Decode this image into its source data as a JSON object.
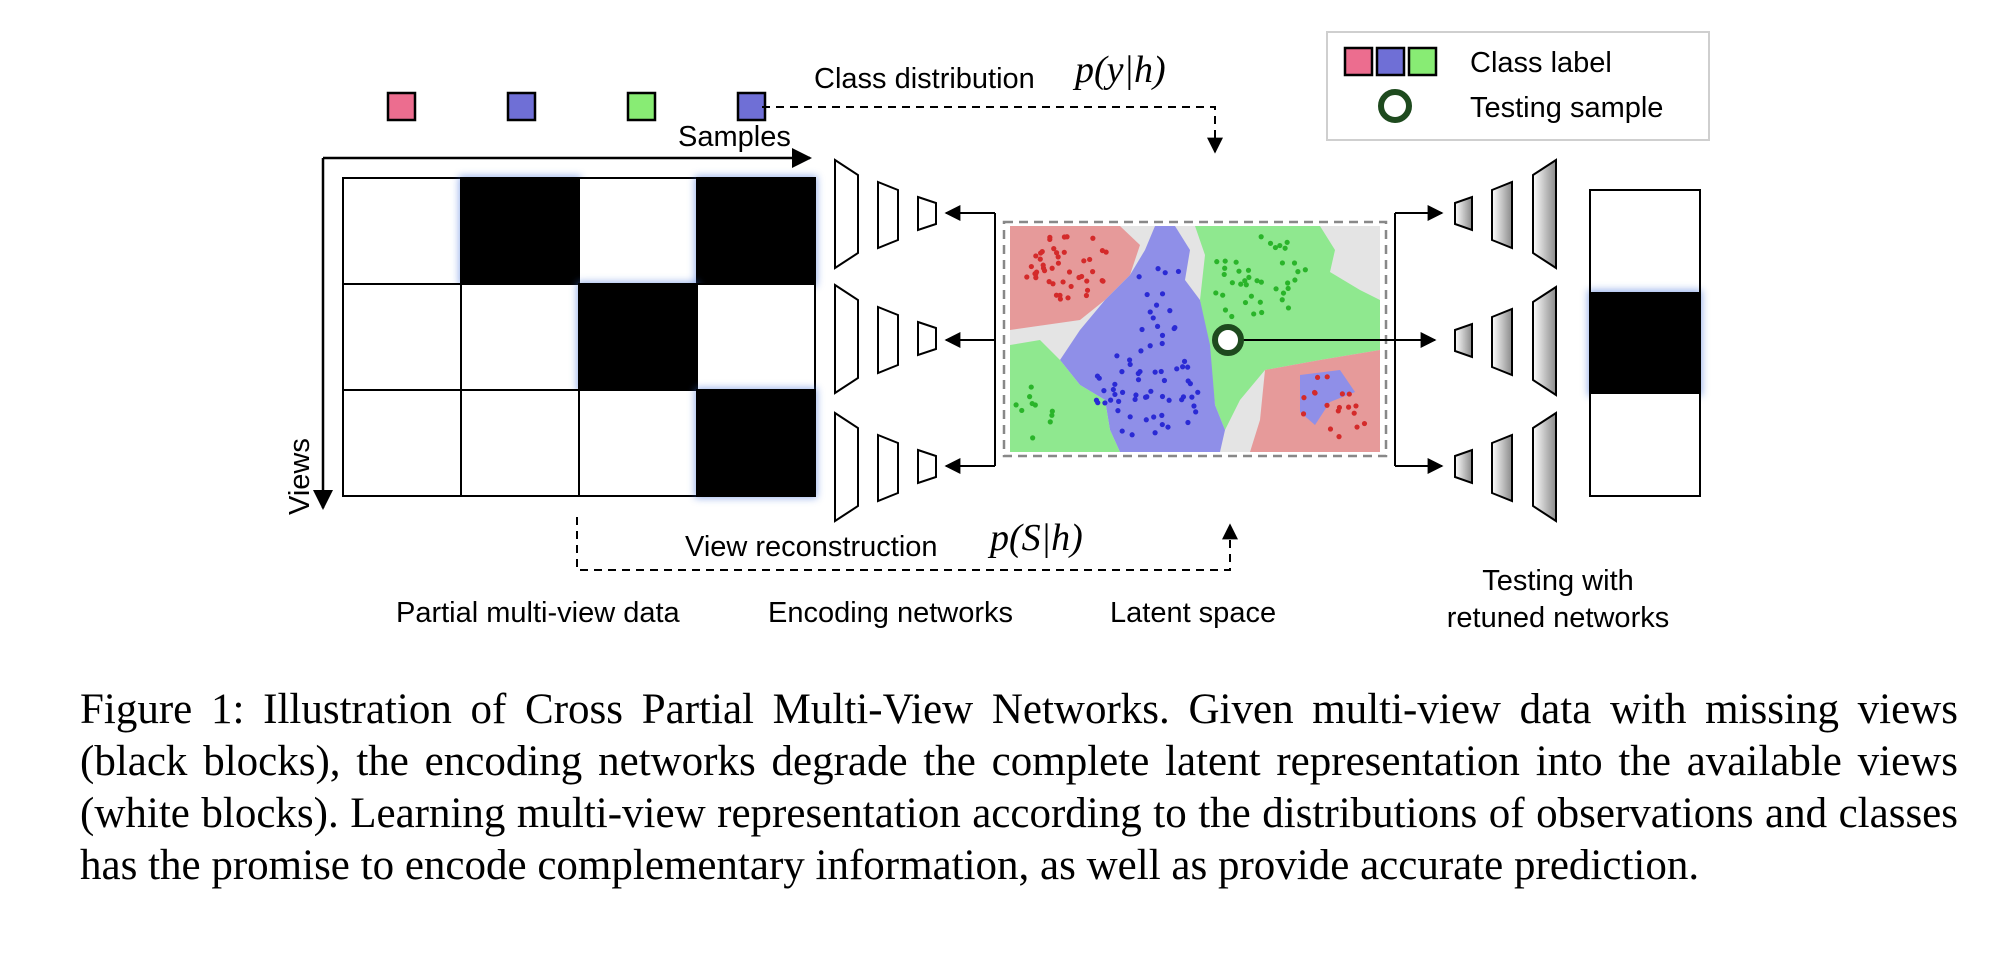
{
  "labels": {
    "samples": "Samples",
    "views": "Views",
    "class_distribution_text": "Class distribution",
    "class_distribution_math": "p(y|h)",
    "view_reconstruction_text": "View reconstruction",
    "view_reconstruction_math": "p(S|h)",
    "partial_multiview": "Partial multi-view data",
    "encoding_networks": "Encoding networks",
    "latent_space": "Latent space",
    "testing_line1": "Testing with",
    "testing_line2": "retuned networks"
  },
  "legend": {
    "class_label": "Class label",
    "testing_sample": "Testing sample"
  },
  "class_colors": [
    "#ec6d8f",
    "#6f6fd6",
    "#88ec74",
    "#6f6fd6"
  ],
  "legend_colors": [
    "#ec6d8f",
    "#6f6fd6",
    "#88ec74"
  ],
  "grid": {
    "rows": 3,
    "cols": 4,
    "missing": [
      [
        false,
        true,
        false,
        true
      ],
      [
        false,
        false,
        true,
        false
      ],
      [
        false,
        false,
        false,
        true
      ]
    ]
  },
  "test_column_missing": [
    false,
    true,
    false
  ],
  "region_colors": {
    "red": "#e69a9a",
    "blue": "#8f8fe8",
    "green": "#8fe88f",
    "gray": "#e4e4e4"
  },
  "caption": "Figure 1: Illustration of Cross Partial Multi-View Networks. Given multi-view data with missing views (black blocks), the encoding networks degrade the complete latent representation into the available views (white blocks). Learning multi-view representation according to the distributions of observations and classes has the promise to encode complementary information, as well as provide accurate prediction."
}
